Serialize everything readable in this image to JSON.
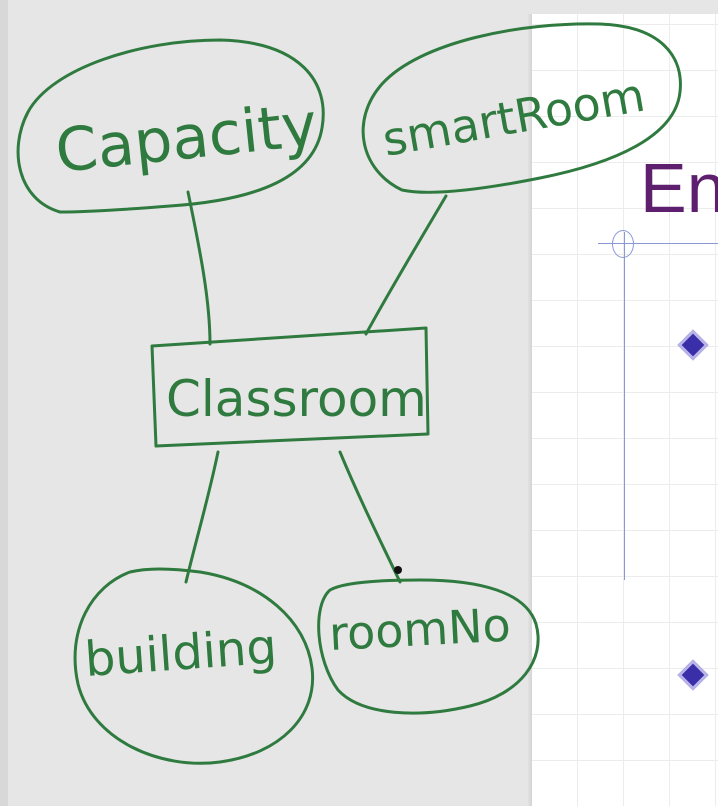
{
  "diagram": {
    "ink_color": "#2f7a3f",
    "entity": {
      "label": "Classroom"
    },
    "attributes": [
      {
        "id": "capacity",
        "label": "Capacity"
      },
      {
        "id": "smartroom",
        "label": "smartRoom"
      },
      {
        "id": "building",
        "label": "building"
      },
      {
        "id": "roomno",
        "label": "roomNo"
      }
    ]
  },
  "slide": {
    "title_fragment": "En",
    "title_color": "#5e1f6e",
    "bullet_color": "#3a2fa8"
  }
}
